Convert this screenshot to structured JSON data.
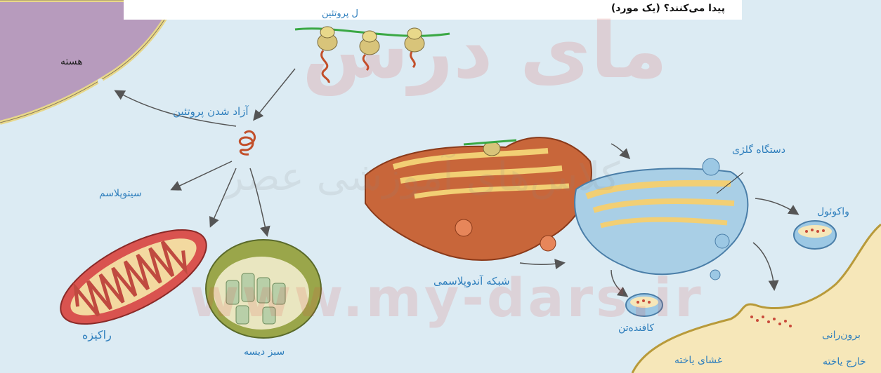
{
  "header": {
    "question_text": "پیدا می‌کنند؟ (یک مورد)",
    "ribosome_label_fragment": "ل پروتئین"
  },
  "labels": {
    "nucleus": "هسته",
    "protein_release": "آزاد شدن پروتئین",
    "cytoplasm": "سیتوپلاسم",
    "mitochondrion": "راکیزه",
    "chloroplast": "سبز دیسه",
    "endoplasmic_reticulum": "شبکه آندوپلاسمی",
    "golgi": "دستگاه گلژی",
    "vacuole": "واکوئول",
    "lysosome": "کافنده‌تن",
    "exocytosis": "برون‌رانی",
    "cell_membrane": "غشای یاخته",
    "cell_exterior": "خارج یاخته"
  },
  "watermark": {
    "logo_text": "مای درس",
    "subtitle": "کلاس‌های آموزشی عصر",
    "url": "www.my-dars.ir"
  },
  "colors": {
    "background": "#dcebf3",
    "label_blue": "#2f7fbd",
    "nucleus_fill": "#b79bbd",
    "er_fill": "#c8663a",
    "golgi_fill": "#a9cfe6",
    "mitochondrion_fill": "#d9534f",
    "chloroplast_fill": "#9aa64a",
    "membrane_fill": "#f6e7b9",
    "watermark_red": "#e0443f"
  }
}
